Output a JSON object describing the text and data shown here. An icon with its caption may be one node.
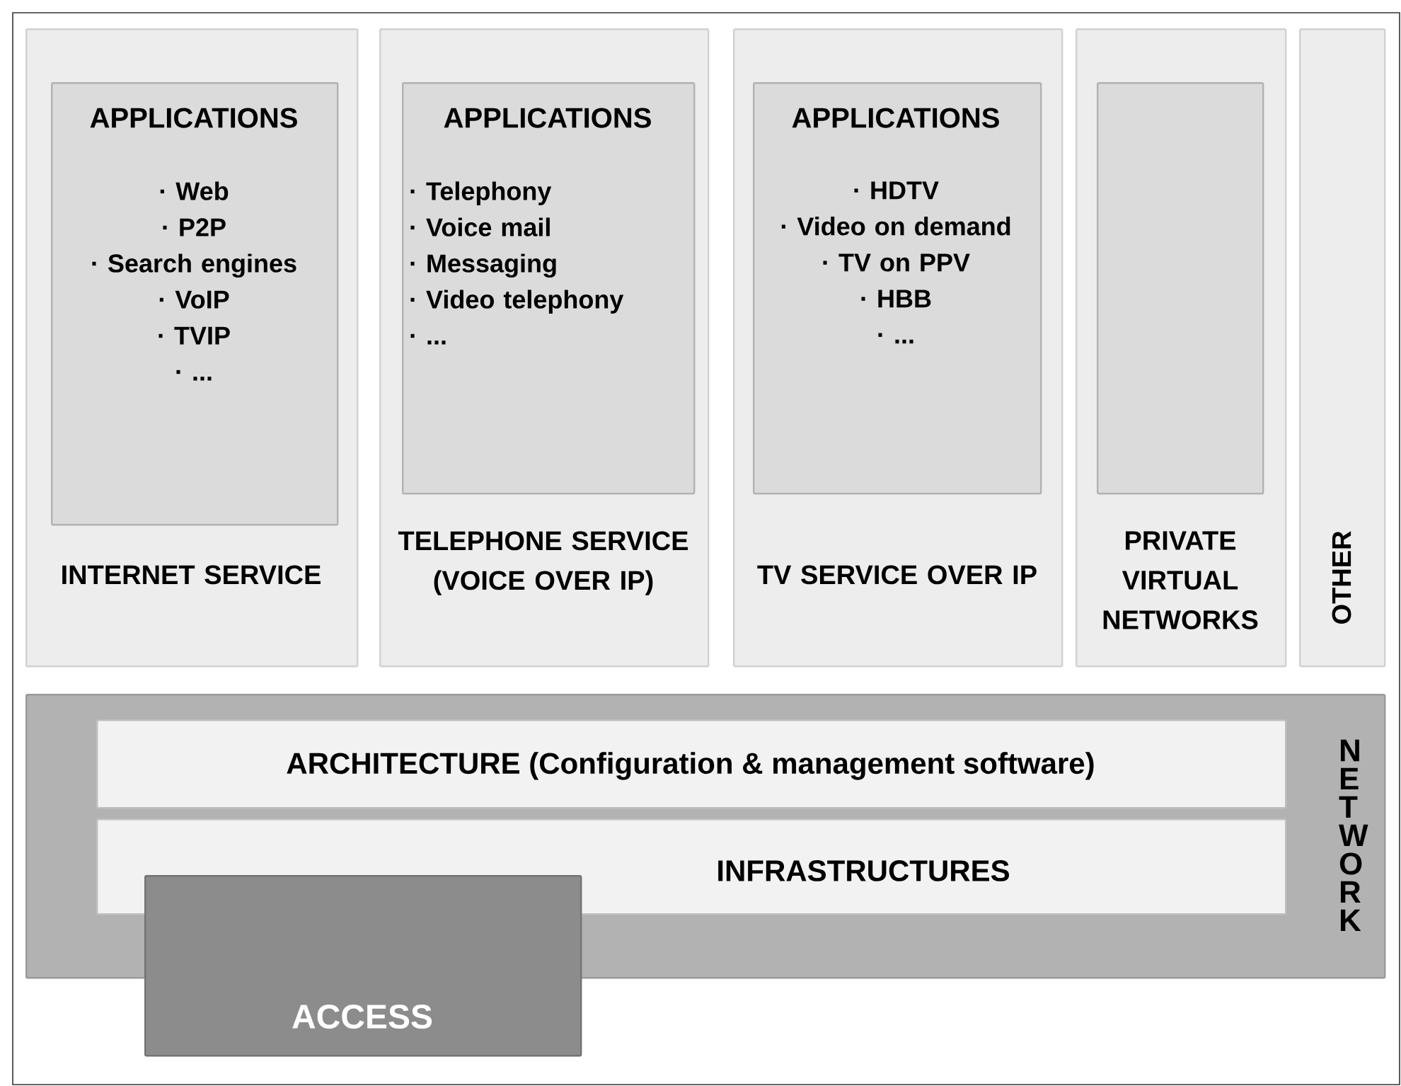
{
  "diagram": {
    "nodes": [
      {
        "text": [
          "INTERNET SERVICE"
        ]
      },
      {
        "text": [
          "APPLICATIONS",
          "· Web",
          "· P2P",
          "· Search engines",
          "· VoIP",
          "· TVIP",
          "· ..."
        ],
        "in": 0
      },
      {
        "text": [
          "TELEPHONE SERVICE (VOICE OVER IP)"
        ]
      },
      {
        "text": [
          "APPLICATIONS",
          "· Telephony",
          "· Voice mail",
          "· Messaging",
          "· Video telephony",
          "· ..."
        ],
        "in": 2
      },
      {
        "text": [
          "TV SERVICE OVER IP"
        ]
      },
      {
        "text": [
          "APPLICATIONS",
          "· HDTV",
          "· Video on demand",
          "· TV on PPV",
          "· HBB",
          "· ..."
        ],
        "in": 4
      },
      {
        "text": [
          "PRIVATE VIRTUAL NETWORKS"
        ]
      },
      {
        "text": [],
        "shape": "box",
        "in": 6
      },
      {
        "text": [
          "OTHER"
        ]
      },
      {
        "text": [
          "NETWORK"
        ]
      },
      {
        "text": [
          "ARCHITECTURE (Configuration & management software)"
        ],
        "in": 9
      },
      {
        "text": [
          "INFRASTRUCTURES"
        ],
        "in": 9
      },
      {
        "text": [
          "ACCESS"
        ]
      }
    ]
  }
}
